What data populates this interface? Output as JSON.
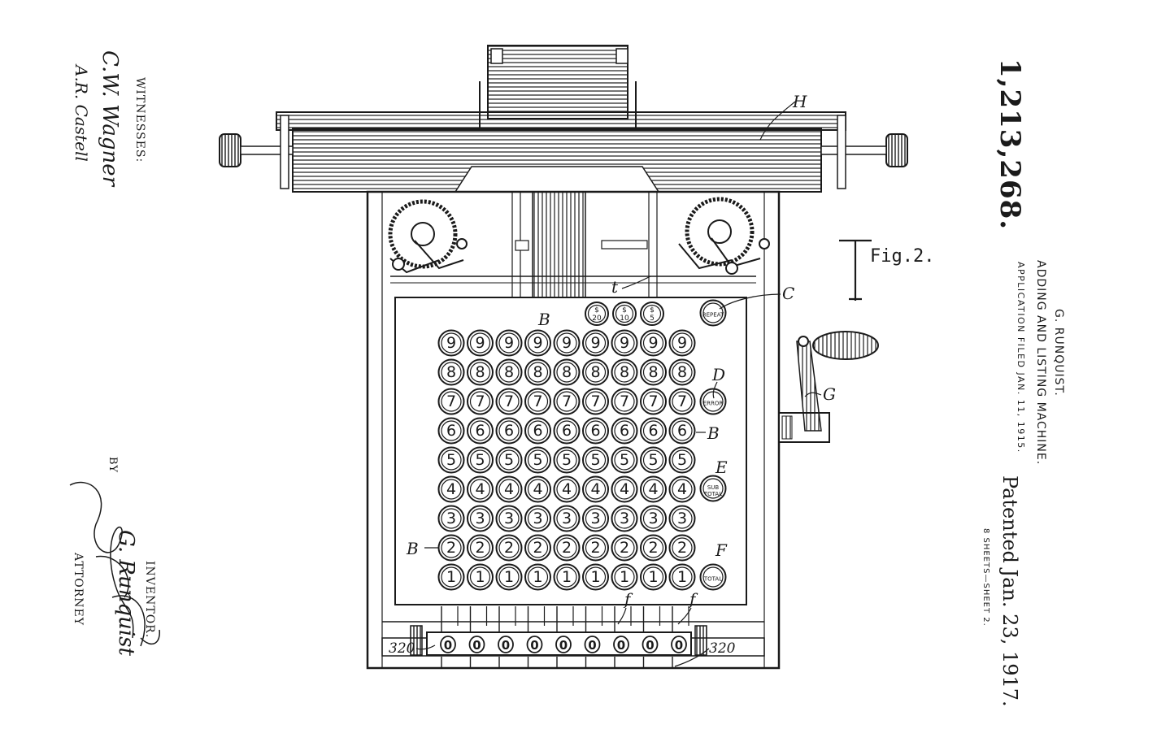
{
  "header": {
    "patent_number": "1,213,268.",
    "inventor_name": "G. RUNQUIST.",
    "title": "ADDING AND LISTING MACHINE.",
    "application": "APPLICATION FILED JAN. 11, 1915.",
    "patented": "Patented Jan. 23, 1917.",
    "sheets": "8 SHEETS—SHEET 2."
  },
  "left_margin": {
    "witnesses_label": "WITNESSES:",
    "witness_signature_1": "C.W. Wagner",
    "witness_signature_2": "A.R. Castell",
    "by_label": "BY",
    "inventor_label": "INVENTOR.",
    "inventor_signature": "G. Runquist",
    "attorney_label": "ATTORNEY"
  },
  "figure": {
    "label": "Fig.2.",
    "refs": {
      "H": "H",
      "t": "t",
      "C": "C",
      "B_top": "B",
      "D": "D",
      "B_right": "B",
      "G": "G",
      "E": "E",
      "B_left": "B",
      "F": "F",
      "f1": "f",
      "f2": "f",
      "n320_left": "320",
      "n320_right": "320"
    },
    "dollar_keys": [
      {
        "sym": "$",
        "val": "20"
      },
      {
        "sym": "$",
        "val": "10"
      },
      {
        "sym": "$",
        "val": "5"
      }
    ],
    "digit_rows": [
      "9",
      "8",
      "7",
      "6",
      "5",
      "4",
      "3",
      "2",
      "1"
    ],
    "columns": 9,
    "function_keys": {
      "repeat": "REPEAT",
      "error": "ERROR",
      "sub_total_1": "SUB",
      "sub_total_2": "TOTAL",
      "total": "TOTAL"
    },
    "counter_digit": "0"
  }
}
